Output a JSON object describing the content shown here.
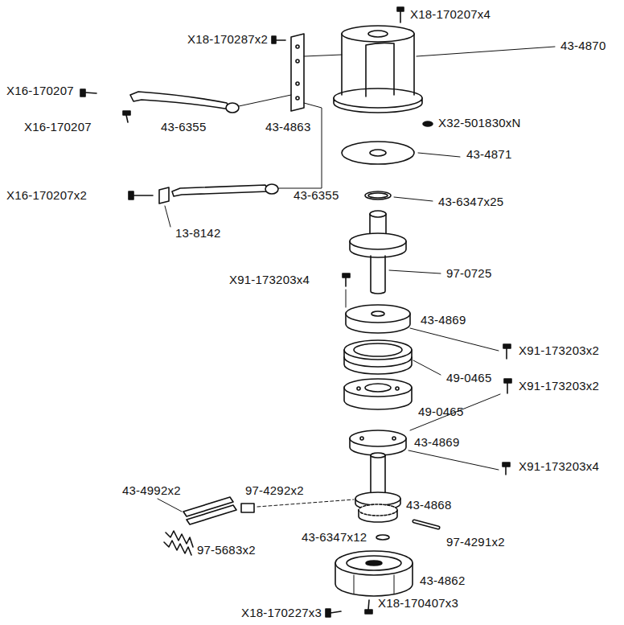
{
  "diagram": {
    "labels": [
      "X18-170207x4",
      "X18-170287x2",
      "43-4870",
      "X16-170207",
      "X16-170207",
      "43-6355",
      "43-4863",
      "X32-501830xN",
      "43-4871",
      "X16-170207x2",
      "43-6355",
      "43-6347x25",
      "13-8142",
      "97-0725",
      "X91-173203x4",
      "43-4869",
      "X91-173203x2",
      "49-0465",
      "X91-173203x2",
      "49-0465",
      "43-4869",
      "X91-173203x4",
      "43-4992x2",
      "97-4292x2",
      "43-4868",
      "43-6347x12",
      "97-4291x2",
      "97-5683x2",
      "43-4862",
      "X18-170227x3",
      "X18-170407x3"
    ]
  }
}
